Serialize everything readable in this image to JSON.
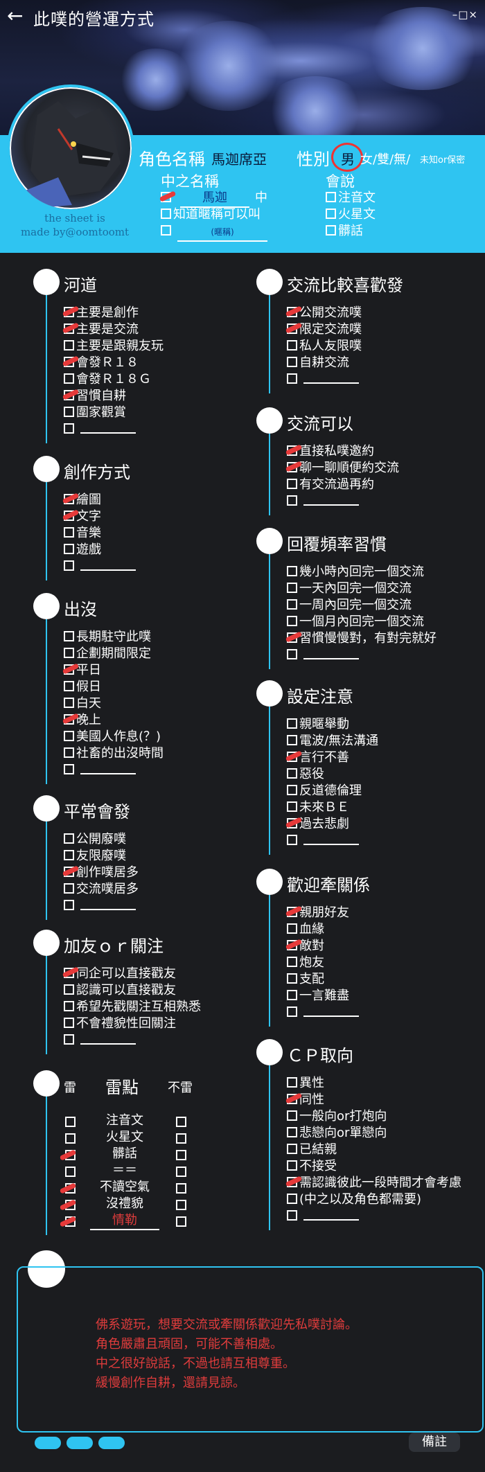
{
  "header": {
    "back": "←",
    "title": "此噗的營運方式",
    "window_controls": "–□×"
  },
  "profile": {
    "made_by": [
      "the sheet is",
      "made by@oomtoomt"
    ],
    "name_label": "角色名稱",
    "name_value": "馬迦席亞",
    "gender_label": "性別",
    "gender_options": [
      "男",
      "女/雙/無/",
      "未知or保密"
    ],
    "real_name_label": "中之名稱",
    "real_name_value": "馬迦",
    "real_name_suffix": "中",
    "real_name_opt2": "知道暱稱可以叫",
    "real_name_opt3": "(暱稱)",
    "speak_label": "會說",
    "speak_opts": [
      "注音文",
      "火星文",
      "髒話"
    ]
  },
  "left": [
    {
      "title": "河道",
      "items": [
        "主要是創作",
        "主要是交流",
        "主要是跟親友玩",
        "會發Ｒ１８",
        "會發Ｒ１８Ｇ",
        "習慣自耕",
        "圍家觀賞",
        ""
      ],
      "checked": [
        0,
        1,
        3,
        5
      ]
    },
    {
      "title": "創作方式",
      "items": [
        "繪圖",
        "文字",
        "音樂",
        "遊戲",
        ""
      ],
      "checked": [
        0,
        1
      ]
    },
    {
      "title": "出沒",
      "items": [
        "長期駐守此噗",
        "企劃期間限定",
        "平日",
        "假日",
        "白天",
        "晚上",
        "美國人作息(？)",
        "社畜的出沒時間",
        ""
      ],
      "checked": [
        2,
        5
      ]
    },
    {
      "title": "平常會發",
      "items": [
        "公開廢噗",
        "友限廢噗",
        "創作噗居多",
        "交流噗居多",
        ""
      ],
      "checked": [
        2
      ]
    },
    {
      "title": "加友ｏｒ關注",
      "items": [
        "同企可以直接戳友",
        "認識可以直接戳友",
        "希望先戳關注互相熟悉",
        "不會禮貌性回關注",
        ""
      ],
      "checked": [
        0
      ]
    }
  ],
  "right": [
    {
      "title": "交流比較喜歡發",
      "items": [
        "公開交流噗",
        "限定交流噗",
        "私人友限噗",
        "自耕交流",
        ""
      ],
      "checked": [
        0,
        1
      ]
    },
    {
      "title": "交流可以",
      "items": [
        "直接私噗邀約",
        "聊一聊順便約交流",
        "有交流過再約",
        ""
      ],
      "checked": [
        0,
        1
      ]
    },
    {
      "title": "回覆頻率習慣",
      "items": [
        "幾小時內回完一個交流",
        "一天內回完一個交流",
        "一周內回完一個交流",
        "一個月內回完一個交流",
        "習慣慢慢對，有對完就好",
        ""
      ],
      "checked": [
        4
      ]
    },
    {
      "title": "設定注意",
      "items": [
        "親暱舉動",
        "電波/無法溝通",
        "言行不善",
        "惡役",
        "反道德倫理",
        "未來ＢＥ",
        "過去悲劇",
        ""
      ],
      "checked": [
        2,
        6
      ]
    },
    {
      "title": "歡迎牽關係",
      "items": [
        "親朋好友",
        "血緣",
        "敵對",
        "炮友",
        "支配",
        "一言難盡",
        ""
      ],
      "checked": [
        0,
        2
      ]
    },
    {
      "title": "ＣＰ取向",
      "items": [
        "異性",
        "同性",
        "一般向or打炮向",
        "悲戀向or單戀向",
        "已結親",
        "不接受",
        "需認識彼此一段時間才會考慮",
        "(中之以及角色都需要)",
        ""
      ],
      "checked": [
        1,
        6
      ]
    }
  ],
  "mine": {
    "col_left": "雷",
    "title": "雷點",
    "col_right": "不雷",
    "rows": [
      "注音文",
      "火星文",
      "髒話",
      "＝＝",
      "不讀空氣",
      "沒禮貌",
      "情勒"
    ],
    "checked": [
      2,
      4,
      5,
      6
    ]
  },
  "notes": [
    "佛系遊玩，想要交流或牽關係歡迎先私噗討論。",
    "角色嚴肅且頑固，可能不善相處。",
    "中之很好說話，不過也請互相尊重。",
    "緩慢創作自耕，還請見諒。"
  ],
  "memo": "備註",
  "colors": {
    "accent": "#2fc4f1",
    "mark": "#e63a3a",
    "bg": "#1b1c1f"
  }
}
